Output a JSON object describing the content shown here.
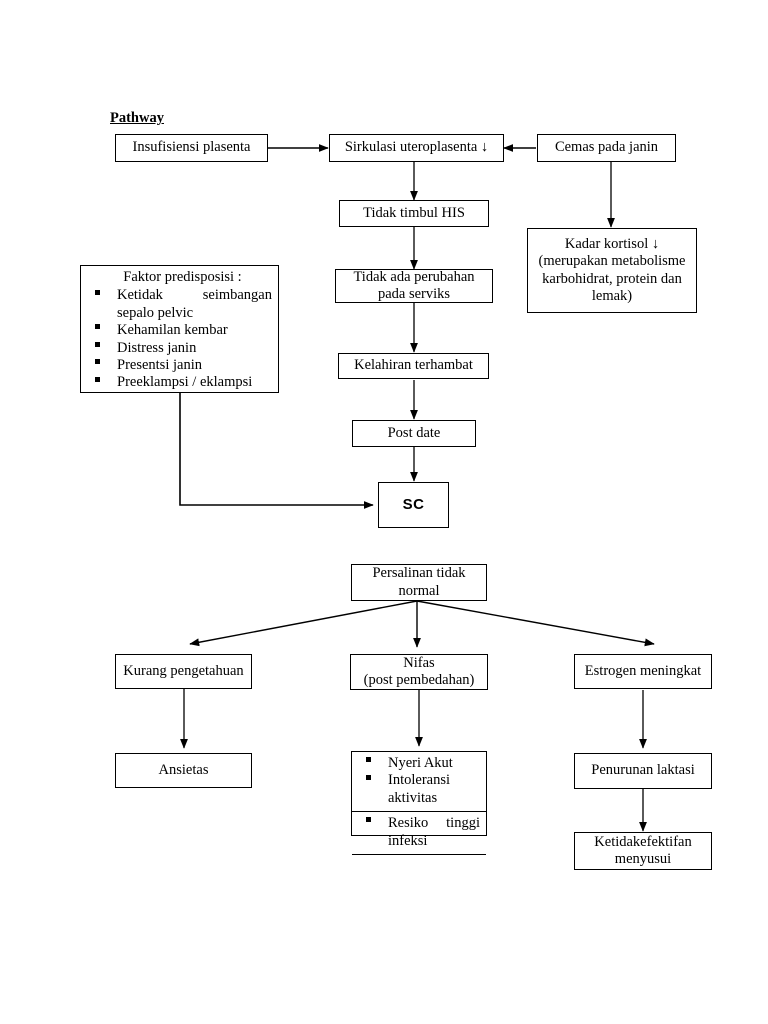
{
  "document": {
    "title": "Pathway"
  },
  "nodes": {
    "insufisiensi": {
      "label": "Insufisiensi plasenta"
    },
    "sirkulasi": {
      "label": "Sirkulasi uteroplasenta ↓"
    },
    "cemas": {
      "label": "Cemas pada janin"
    },
    "tidak_timbul_his": {
      "label": "Tidak timbul HIS"
    },
    "kadar_kortisol": {
      "line1": "Kadar kortisol ↓",
      "line2": "(merupakan metabolisme",
      "line3": "karbohidrat, protein dan",
      "line4": "lemak)"
    },
    "tidak_ada_perubahan": {
      "line1": "Tidak ada perubahan",
      "line2": "pada serviks"
    },
    "kelahiran_terhambat": {
      "label": "Kelahiran terhambat"
    },
    "post_date": {
      "label": "Post date"
    },
    "sc": {
      "label": "SC"
    },
    "persalinan": {
      "line1": "Persalinan tidak",
      "line2": "normal"
    },
    "kurang_pengetahuan": {
      "label": "Kurang pengetahuan"
    },
    "nifas": {
      "line1": "Nifas",
      "line2": "(post pembedahan)"
    },
    "estrogen": {
      "label": "Estrogen meningkat"
    },
    "ansietas": {
      "label": "Ansietas"
    },
    "penurunan_laktasi": {
      "label": "Penurunan laktasi"
    },
    "ketidakefektifan": {
      "line1": "Ketidakefektifan",
      "line2": "menyusui"
    }
  },
  "faktor_predisposisi": {
    "heading": "Faktor predisposisi :",
    "items": [
      {
        "text_left": "Ketidak",
        "text_right": "seimbangan",
        "text_second_line": "sepalo pelvic",
        "justified": true
      },
      {
        "text": "Kehamilan kembar",
        "justified": false
      },
      {
        "text": "Distress janin",
        "justified": false
      },
      {
        "text": "Presentsi janin",
        "justified": false
      },
      {
        "text": "Preeklampsi / eklampsi",
        "justified": false
      }
    ]
  },
  "nifas_outcomes": {
    "row1": [
      {
        "text": "Nyeri Akut"
      },
      {
        "text_line1": "Intoleransi",
        "text_line2": "aktivitas"
      }
    ],
    "row2": [
      {
        "text_left": "Resiko",
        "text_right": "tinggi",
        "text_second_line": "infeksi"
      }
    ]
  },
  "colors": {
    "stroke": "#000000",
    "background": "#ffffff"
  }
}
